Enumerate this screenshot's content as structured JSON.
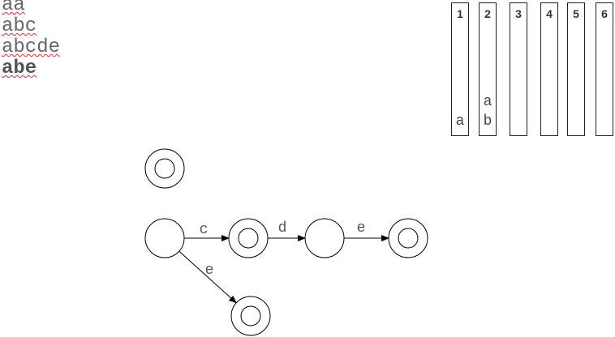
{
  "words": [
    {
      "text": "aa",
      "bold": false
    },
    {
      "text": "abc",
      "bold": false
    },
    {
      "text": "abcde",
      "bold": false
    },
    {
      "text": "abe",
      "bold": true
    }
  ],
  "columns": [
    {
      "number": "1",
      "letters": [
        "a"
      ]
    },
    {
      "number": "2",
      "letters": [
        "a",
        "b"
      ]
    },
    {
      "number": "3",
      "letters": []
    },
    {
      "number": "4",
      "letters": []
    },
    {
      "number": "5",
      "letters": []
    },
    {
      "number": "6",
      "letters": []
    }
  ],
  "automaton": {
    "states": [
      {
        "id": "s0",
        "accepting": true
      },
      {
        "id": "s1",
        "accepting": false
      },
      {
        "id": "s2",
        "accepting": true
      },
      {
        "id": "s3",
        "accepting": false
      },
      {
        "id": "s4",
        "accepting": true
      },
      {
        "id": "s5",
        "accepting": true
      }
    ],
    "edges": [
      {
        "from": "s1",
        "to": "s2",
        "label": "c"
      },
      {
        "from": "s2",
        "to": "s3",
        "label": "d"
      },
      {
        "from": "s3",
        "to": "s4",
        "label": "e"
      },
      {
        "from": "s1",
        "to": "s5",
        "label": "e"
      }
    ]
  }
}
